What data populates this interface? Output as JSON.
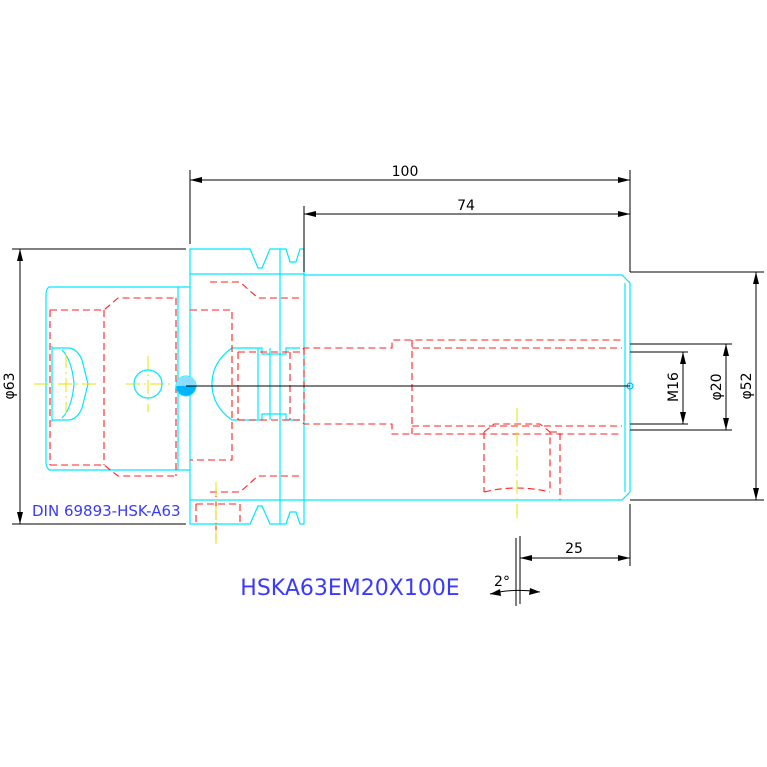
{
  "drawing": {
    "dimensions": {
      "overall_length": "100",
      "bore_depth": "74",
      "flange_diameter": "φ63",
      "body_diameter": "φ52",
      "bore_diameter": "φ20",
      "thread": "M16",
      "screw_offset": "25",
      "taper_angle": "2°"
    },
    "standard_label": "DIN 69893-HSK-A63",
    "part_code": "HSKA63EM20X100E",
    "colors": {
      "dimension": "#000000",
      "outline": "#00ffff",
      "hidden": "#ff0000",
      "centerline": "#ffff00",
      "annotation": "#3a3aff",
      "highlight": "#00b4ff"
    }
  }
}
